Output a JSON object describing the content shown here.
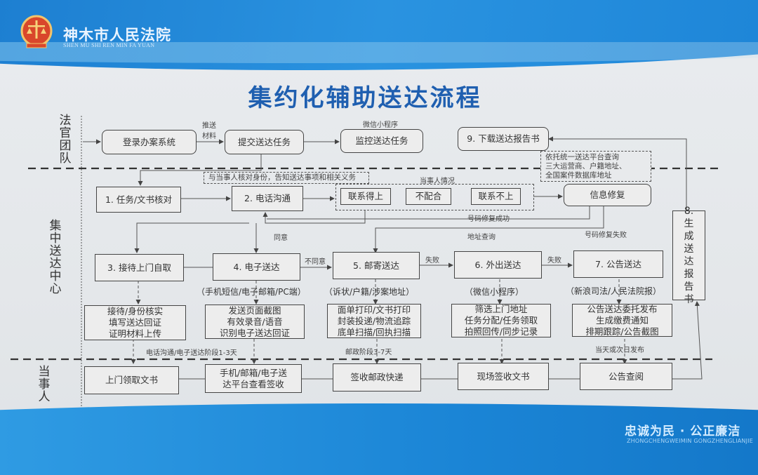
{
  "header": {
    "court_name": "神木市人民法院",
    "court_name_pinyin": "SHEN MU SHI REN MIN FA YUAN",
    "title": "集约化辅助送达流程"
  },
  "lanes": [
    "法官团队",
    "集中送达中心",
    "当事人"
  ],
  "judge_row": {
    "login": "登录办案系统",
    "push_label": "推送\n材料",
    "submit": "提交送达任务",
    "wechat_label": "微信小程序",
    "monitor": "监控送达任务",
    "download": "9. 下载送达报告书"
  },
  "notes": {
    "verify_identity": "与当事人核对身份，告知送达事项和相关义务",
    "platform_query": "依托统一送达平台查询\n三大运营商、户籍地址、\n全国案件数据库地址"
  },
  "center_row1": {
    "check": "1. 任务/文书核对",
    "phone": "2. 电话沟通",
    "party_status_label": "当事人情况",
    "status_options": [
      "联系得上",
      "不配合",
      "联系不上"
    ],
    "repair": "信息修复",
    "repair_success": "号码修复成功",
    "repair_fail": "号码修复失败",
    "address_query": "地址查询",
    "agree": "同意"
  },
  "report_box": "8.生成送达报告书",
  "center_row2": {
    "pickup": "3. 接待上门自取",
    "electronic": "4. 电子送达",
    "disagree": "不同意",
    "mail": "5. 邮寄送达",
    "fail1": "失败",
    "outbound": "6. 外出送达",
    "fail2": "失败",
    "announce": "7. 公告送达"
  },
  "channels": {
    "electronic": "（手机短信/电子邮箱/PC端）",
    "mail": "（诉状/户籍/涉案地址）",
    "outbound": "（微信小程序）",
    "announce": "（新浪司法/人民法院报）"
  },
  "details": {
    "pickup": "接待/身份核实\n填写送达回证\n证明材料上传",
    "electronic": "发送页面截图\n有效录音/语音\n识别电子送达回证",
    "mail": "面单打印/文书打印\n封装投递/物流追踪\n底单扫描/回执扫描",
    "outbound": "筛选上门地址\n任务分配/任务领取\n拍照回传/同步记录",
    "announce": "公告送达委托发布\n生成缴费通知\n排期跟踪/公告截图"
  },
  "durations": {
    "phone_electronic": "电话沟通/电子送达阶段1-3天",
    "postal": "邮政阶段3-7天",
    "announce": "当天或次日发布"
  },
  "party_row": {
    "pickup": "上门领取文书",
    "electronic": "手机/邮箱/电子送\n达平台查看签收",
    "mail": "签收邮政快递",
    "onsite": "现场签收文书",
    "announce": "公告查阅"
  },
  "footer": {
    "slogan": "忠诚为民 · 公正廉洁",
    "slogan_pinyin": "ZHONGCHENGWEIMIN GONGZHENGLIANJIE"
  },
  "colors": {
    "brand_blue": "#1e86d8",
    "title_blue": "#1f5fb0",
    "emblem_red": "#d9472b"
  }
}
